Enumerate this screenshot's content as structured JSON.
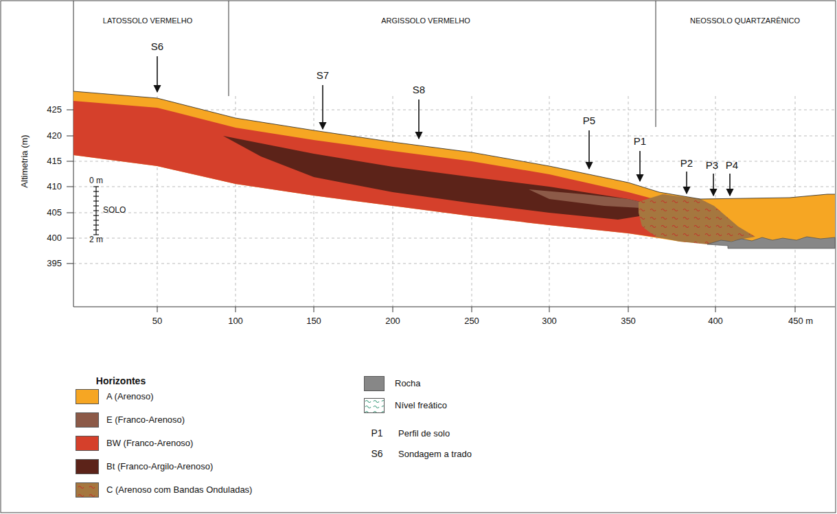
{
  "diagram": {
    "labels": [
      "LATOSSOLO VERMELHO",
      "ARGISSOLO VERMELHO",
      "NEOSSOLO QUARTZARÊNICO",
      "S6",
      "S7",
      "S8",
      "P5",
      "P1",
      "P2",
      "P3",
      "P4",
      "Altimetria (m)",
      "425",
      "420",
      "415",
      "410",
      "405",
      "400",
      "395",
      "50",
      "100",
      "150",
      "200",
      "250",
      "300",
      "350",
      "400",
      "450 m",
      "0 m",
      "SOLO",
      "2 m",
      "Horizontes",
      "P1",
      "S6"
    ],
    "legend": [
      {
        "text": "A (Arenoso)",
        "color": "#f6a623"
      },
      {
        "text": "E (Franco-Arenoso)",
        "color": "#8c5a48"
      },
      {
        "text": "BW (Franco-Arenoso)",
        "color": "#d5402b"
      },
      {
        "text": "Bt (Franco-Argilo-Arenoso)",
        "color": "#5c2319"
      },
      {
        "text": "C (Arenoso com Bandas Onduladas)"
      },
      {
        "text": "Rocha",
        "color": "#878787"
      },
      {
        "text": "Nível freático"
      },
      {
        "text": "Perfil de solo"
      },
      {
        "text": "Sondagem a trado"
      }
    ]
  }
}
